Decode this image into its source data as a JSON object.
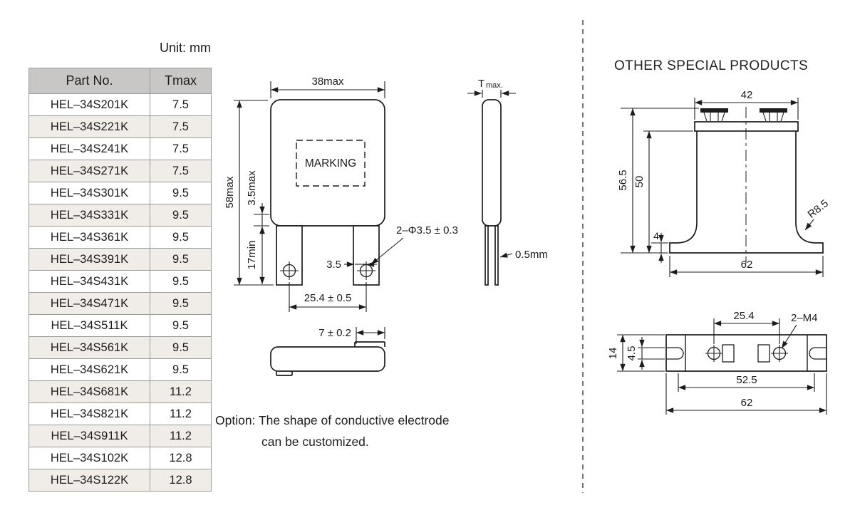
{
  "unit_label": "Unit: mm",
  "table": {
    "col_part": "Part No.",
    "col_tmax": "Tmax",
    "rows": [
      {
        "part": "HEL–34S201K",
        "tmax": "7.5"
      },
      {
        "part": "HEL–34S221K",
        "tmax": "7.5"
      },
      {
        "part": "HEL–34S241K",
        "tmax": "7.5"
      },
      {
        "part": "HEL–34S271K",
        "tmax": "7.5"
      },
      {
        "part": "HEL–34S301K",
        "tmax": "9.5"
      },
      {
        "part": "HEL–34S331K",
        "tmax": "9.5"
      },
      {
        "part": "HEL–34S361K",
        "tmax": "9.5"
      },
      {
        "part": "HEL–34S391K",
        "tmax": "9.5"
      },
      {
        "part": "HEL–34S431K",
        "tmax": "9.5"
      },
      {
        "part": "HEL–34S471K",
        "tmax": "9.5"
      },
      {
        "part": "HEL–34S511K",
        "tmax": "9.5"
      },
      {
        "part": "HEL–34S561K",
        "tmax": "9.5"
      },
      {
        "part": "HEL–34S621K",
        "tmax": "9.5"
      },
      {
        "part": "HEL–34S681K",
        "tmax": "11.2"
      },
      {
        "part": "HEL–34S821K",
        "tmax": "11.2"
      },
      {
        "part": "HEL–34S911K",
        "tmax": "11.2"
      },
      {
        "part": "HEL–34S102K",
        "tmax": "12.8"
      },
      {
        "part": "HEL–34S122K",
        "tmax": "12.8"
      }
    ]
  },
  "front_view": {
    "width": "38max",
    "height": "58max",
    "marking": "MARKING",
    "body_step": "3.5max",
    "lead_length": "17min",
    "hole_offset": "3.5",
    "holes": "2–Φ3.5 ± 0.3",
    "lead_pitch": "25.4 ± 0.5"
  },
  "side_view": {
    "thickness_t": "T",
    "thickness_max": "max.",
    "lead_thickness": "0.5mm"
  },
  "bottom_view": {
    "tab_width": "7 ± 0.2"
  },
  "option_note": {
    "line1": "Option: The shape of conductive electrode",
    "line2": "can be customized."
  },
  "special": {
    "title": "OTHER SPECIAL PRODUCTS",
    "front": {
      "top_width": "42",
      "height_overall": "56.5",
      "height_body": "50",
      "base_thickness": "4",
      "radius": "R8.5",
      "base_width": "62"
    },
    "top": {
      "hole_pitch": "25.4",
      "holes": "2–M4",
      "height": "14",
      "slot": "4.5",
      "slot_pitch": "52.5",
      "overall": "62"
    }
  },
  "colors": {
    "table_header_bg": "#c9c7c5",
    "row_stripe_bg": "#f0ede8",
    "line_color": "#1c1c1c"
  }
}
